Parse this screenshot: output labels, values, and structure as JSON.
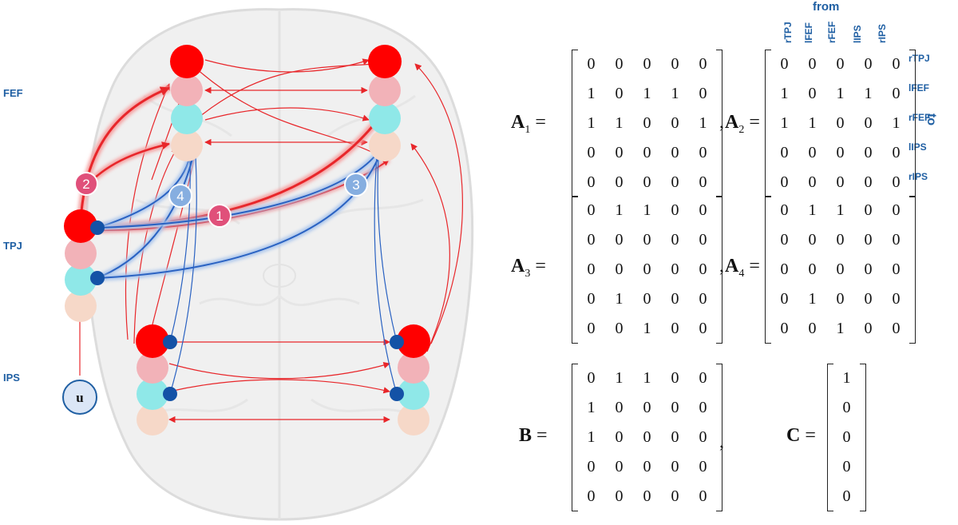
{
  "regions": {
    "fef": "FEF",
    "tpj": "TPJ",
    "ips": "IPS"
  },
  "input_label": "u",
  "connection_numbers": [
    "1",
    "2",
    "3",
    "4"
  ],
  "colors": {
    "node_red": "#ff0000",
    "node_pink": "#f2b2b8",
    "node_cyan": "#8fe8e8",
    "node_peach": "#f6d8c8",
    "edge_red": "#e8262a",
    "edge_blue": "#2a62c2",
    "label_blue": "#1f5fa3",
    "dot_blue": "#1452a6"
  },
  "matrices": {
    "A1": {
      "symbol": "A",
      "subscript": "1",
      "rows": [
        [
          "0",
          "0",
          "0",
          "0",
          "0"
        ],
        [
          "1",
          "0",
          "1",
          "1",
          "0"
        ],
        [
          "1",
          "1",
          "0",
          "0",
          "1"
        ],
        [
          "0",
          "0",
          "0",
          "0",
          "0"
        ],
        [
          "0",
          "0",
          "0",
          "0",
          "0"
        ]
      ]
    },
    "A2": {
      "symbol": "A",
      "subscript": "2",
      "rows": [
        [
          "0",
          "0",
          "0",
          "0",
          "0"
        ],
        [
          "1",
          "0",
          "1",
          "1",
          "0"
        ],
        [
          "1",
          "1",
          "0",
          "0",
          "1"
        ],
        [
          "0",
          "0",
          "0",
          "0",
          "0"
        ],
        [
          "0",
          "0",
          "0",
          "0",
          "0"
        ]
      ]
    },
    "A3": {
      "symbol": "A",
      "subscript": "3",
      "rows": [
        [
          "0",
          "1",
          "1",
          "0",
          "0"
        ],
        [
          "0",
          "0",
          "0",
          "0",
          "0"
        ],
        [
          "0",
          "0",
          "0",
          "0",
          "0"
        ],
        [
          "0",
          "1",
          "0",
          "0",
          "0"
        ],
        [
          "0",
          "0",
          "1",
          "0",
          "0"
        ]
      ]
    },
    "A4": {
      "symbol": "A",
      "subscript": "4",
      "rows": [
        [
          "0",
          "1",
          "1",
          "0",
          "0"
        ],
        [
          "0",
          "0",
          "0",
          "0",
          "0"
        ],
        [
          "0",
          "0",
          "0",
          "0",
          "0"
        ],
        [
          "0",
          "1",
          "0",
          "0",
          "0"
        ],
        [
          "0",
          "0",
          "1",
          "0",
          "0"
        ]
      ]
    },
    "B": {
      "symbol": "B",
      "rows": [
        [
          "0",
          "1",
          "1",
          "0",
          "0"
        ],
        [
          "1",
          "0",
          "0",
          "0",
          "0"
        ],
        [
          "1",
          "0",
          "0",
          "0",
          "0"
        ],
        [
          "0",
          "0",
          "0",
          "0",
          "0"
        ],
        [
          "0",
          "0",
          "0",
          "0",
          "0"
        ]
      ]
    },
    "C": {
      "symbol": "C",
      "rows": [
        [
          "1"
        ],
        [
          "0"
        ],
        [
          "0"
        ],
        [
          "0"
        ],
        [
          "0"
        ]
      ]
    }
  },
  "from_label": "from",
  "to_label": "to",
  "column_labels": [
    "rTPJ",
    "lFEF",
    "rFEF",
    "lIPS",
    "rIPS"
  ],
  "row_labels": [
    "rTPJ",
    "lFEF",
    "rFEF",
    "lIPS",
    "rIPS"
  ],
  "separators": {
    "comma": ",",
    "equals": "="
  }
}
